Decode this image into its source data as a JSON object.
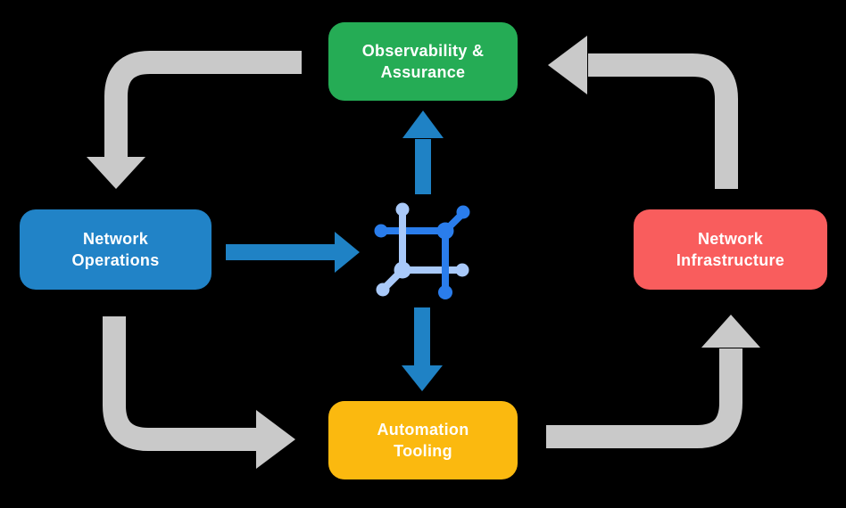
{
  "diagram": {
    "background_color": "#000000",
    "nodes": [
      {
        "id": "observability-assurance",
        "line1": "Observability &",
        "line2": "Assurance",
        "color": "#25AC55",
        "text_color": "#FFFFFF"
      },
      {
        "id": "network-operations",
        "line1": "Network",
        "line2": "Operations",
        "color": "#2183C7",
        "text_color": "#FFFFFF"
      },
      {
        "id": "network-infrastructure",
        "line1": "Network",
        "line2": "Infrastructure",
        "color": "#F95D5D",
        "text_color": "#FFFFFF"
      },
      {
        "id": "automation-tooling",
        "line1": "Automation",
        "line2": "Tooling",
        "color": "#FBB90F",
        "text_color": "#FFFFFF"
      }
    ],
    "cycle_arrows": {
      "color": "#C9C9C9",
      "flows": [
        "observability-assurance -> network-operations",
        "network-operations -> automation-tooling",
        "automation-tooling -> network-infrastructure",
        "network-infrastructure -> observability-assurance"
      ]
    },
    "hub_arrows": {
      "color": "#1F82C5",
      "flows": [
        "network-operations -> center-icon",
        "center-icon -> observability-assurance",
        "center-icon -> automation-tooling"
      ]
    },
    "center_icon": {
      "name": "network-mesh-icon",
      "primary_color": "#2A7DEC",
      "secondary_color": "#A9C9F9"
    }
  }
}
